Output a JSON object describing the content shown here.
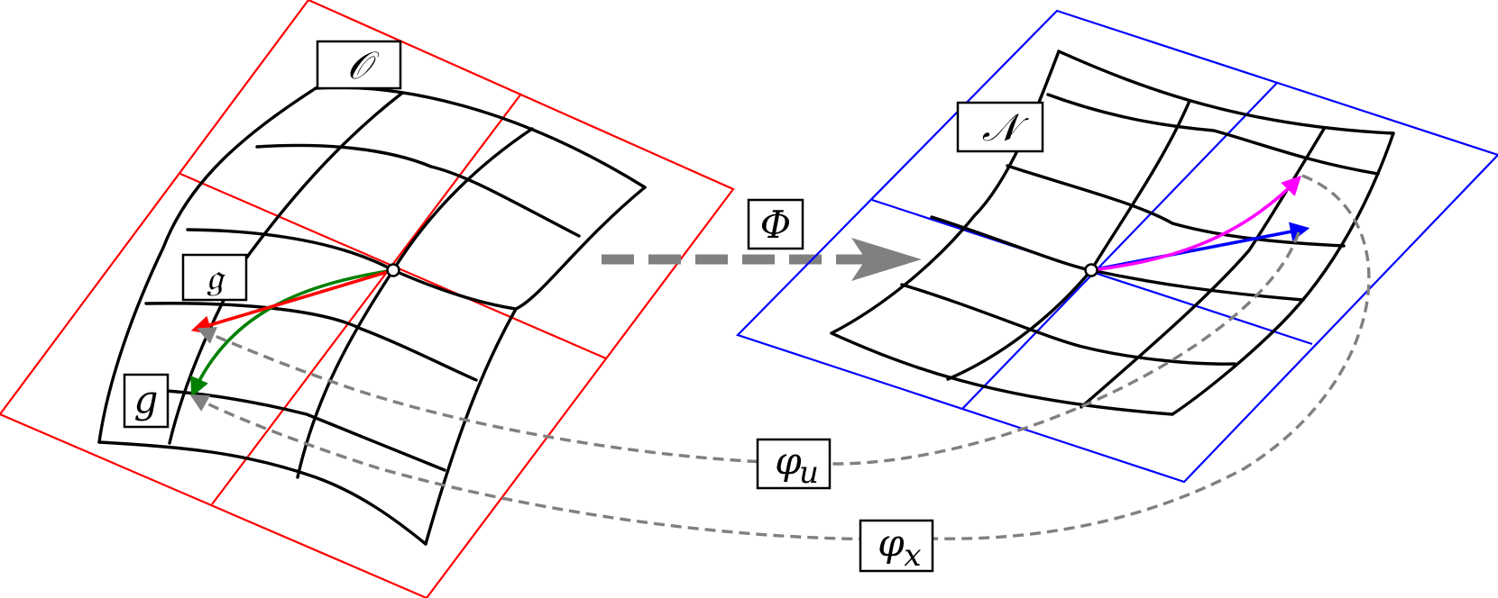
{
  "labels": {
    "orbit": "𝒪",
    "lie_algebra": "𝔤",
    "metric": "g",
    "map": "Φ",
    "target": "𝒩",
    "chart_u": "φ",
    "chart_u_sub": "u",
    "chart_x": "φ",
    "chart_x_sub": "x"
  },
  "colors": {
    "left_plane": "#ff0000",
    "right_plane": "#0000ff",
    "grid": "#000000",
    "connector": "#808080",
    "green_arrow": "#008000",
    "red_arrow": "#ff0000",
    "blue_arrow": "#0000ff",
    "magenta_arrow": "#ff00ff"
  }
}
